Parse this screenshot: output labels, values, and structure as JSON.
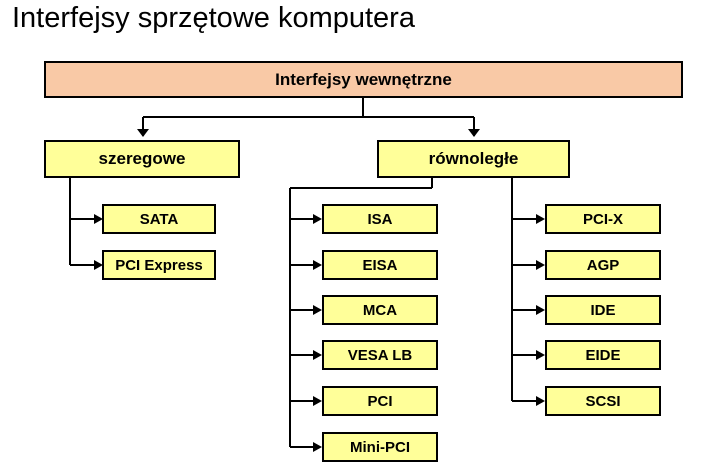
{
  "title": "Interfejsy sprzętowe komputera",
  "colors": {
    "root_fill": "#f9c9a6",
    "node_fill": "#ffff99",
    "line": "#000000"
  },
  "diagram": {
    "root": "Interfejsy wewnętrzne",
    "categories": [
      {
        "label": "szeregowe",
        "items": [
          "SATA",
          "PCI Express"
        ]
      },
      {
        "label": "równoległe",
        "items": [
          "ISA",
          "EISA",
          "MCA",
          "VESA LB",
          "PCI",
          "Mini-PCI",
          "PCI-X",
          "AGP",
          "IDE",
          "EIDE",
          "SCSI"
        ]
      }
    ]
  }
}
